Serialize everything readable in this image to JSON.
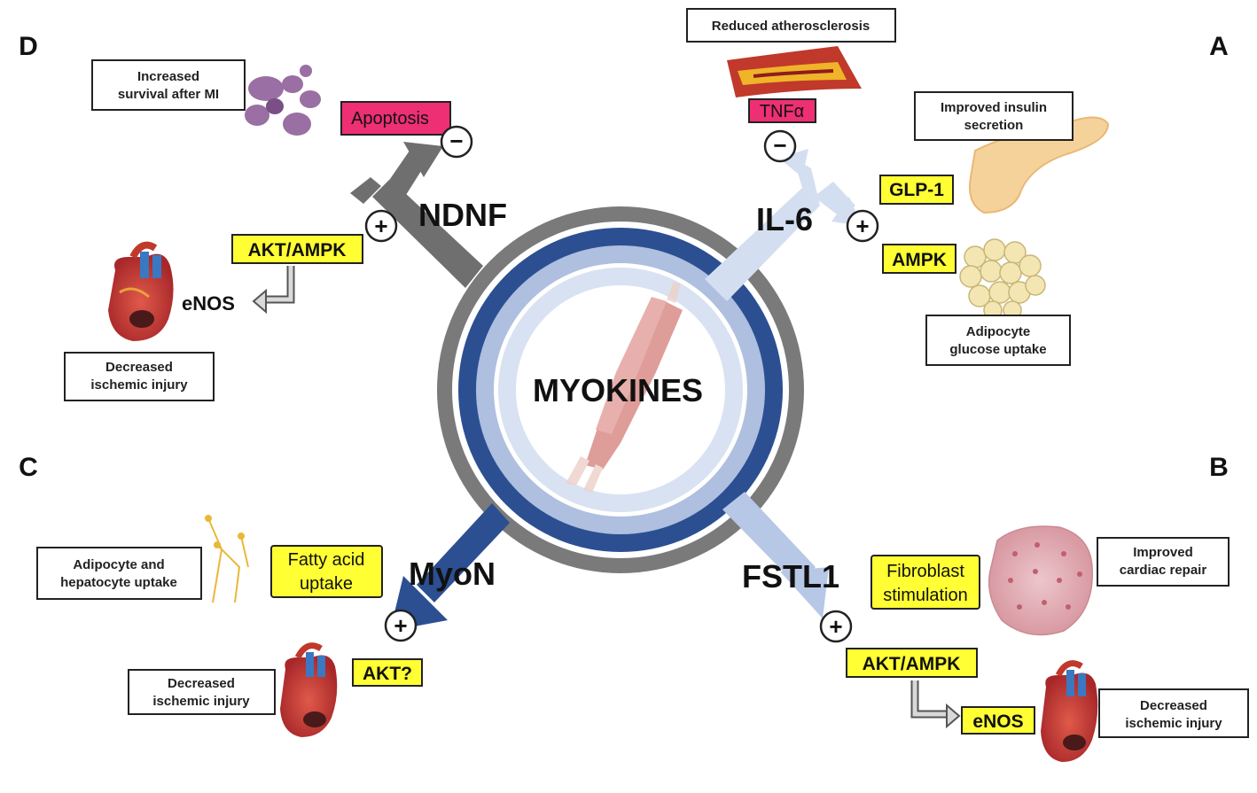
{
  "center": {
    "title": "MYOKINES"
  },
  "panels": {
    "A": "A",
    "B": "B",
    "C": "C",
    "D": "D"
  },
  "myokines": {
    "il6": "IL-6",
    "ndnf": "NDNF",
    "myon": "MyoN",
    "fstl1": "FSTL1"
  },
  "il6_panel": {
    "reduced_atherosclerosis": "Reduced atherosclerosis",
    "tnf": "TNFα",
    "glp1": "GLP-1",
    "ampk": "AMPK",
    "insulin_line1": "Improved insulin",
    "insulin_line2": "secretion",
    "adipocyte_line1": "Adipocyte",
    "adipocyte_line2": "glucose uptake"
  },
  "ndnf_panel": {
    "survival_line1": "Increased",
    "survival_line2": "survival after MI",
    "apoptosis": "Apoptosis",
    "akt_ampk": "AKT/AMPK",
    "enos": "eNOS",
    "ischemic_line1": "Decreased",
    "ischemic_line2": "ischemic injury"
  },
  "myon_panel": {
    "uptake_line1": "Adipocyte and",
    "uptake_line2": "hepatocyte uptake",
    "fatty_line1": "Fatty acid",
    "fatty_line2": "uptake",
    "akt": "AKT?",
    "ischemic_line1": "Decreased",
    "ischemic_line2": "ischemic injury"
  },
  "fstl1_panel": {
    "fibro_line1": "Fibroblast",
    "fibro_line2": "stimulation",
    "repair_line1": "Improved",
    "repair_line2": "cardiac repair",
    "akt_ampk": "AKT/AMPK",
    "enos": "eNOS",
    "ischemic_line1": "Decreased",
    "ischemic_line2": "ischemic injury"
  },
  "signs": {
    "plus": "+",
    "minus": "−"
  },
  "colors": {
    "ring_gray": "#7a7a7a",
    "ring_dark_blue": "#2c4f92",
    "ring_mid_blue": "#aebfdf",
    "ring_light_blue": "#d7e0f0",
    "yellow": "#ffff33",
    "pink": "#ee2f73",
    "arrow_dark_blue": "#2c4f92",
    "arrow_light_blue": "#b7c7e6",
    "arrow_pale_blue": "#d3def1",
    "arrow_gray": "#6f6f6f"
  }
}
